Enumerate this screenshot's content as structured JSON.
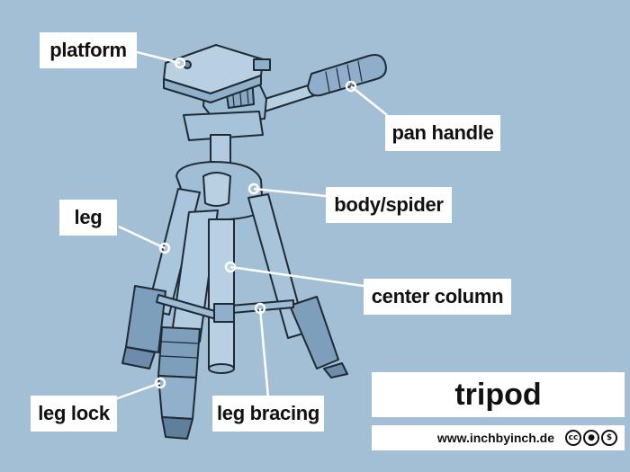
{
  "labels": {
    "platform": "platform",
    "pan_handle": "pan handle",
    "body_spider": "body/spider",
    "leg": "leg",
    "center_column": "center column",
    "leg_lock": "leg lock",
    "leg_bracing": "leg bracing"
  },
  "title": "tripod",
  "footer": {
    "url": "www.inchbyinch.de",
    "license_icons": [
      "cc-icon",
      "by-icon",
      "nc-icon"
    ]
  },
  "colors": {
    "background": "#a3bfd6",
    "label_box": "#ffffff",
    "tripod_fill": "#a9c6dc",
    "outline": "#1f2a33"
  }
}
